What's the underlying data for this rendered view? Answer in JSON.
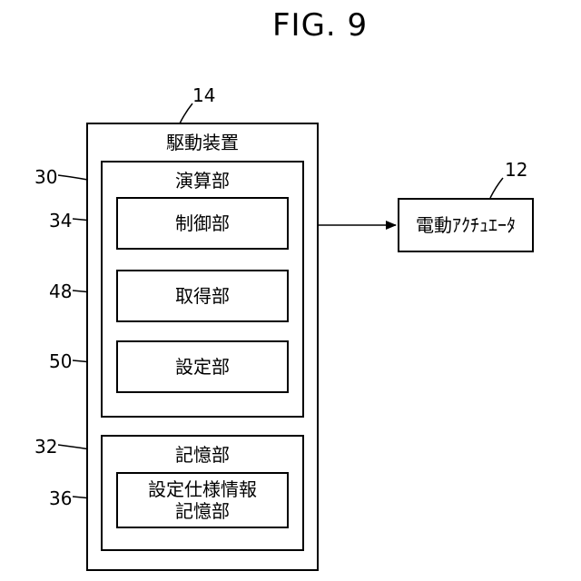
{
  "figure": {
    "title": "FIG. 9"
  },
  "refs": {
    "drive_device": "14",
    "actuator": "12",
    "arithmetic": "30",
    "control": "34",
    "acquisition": "48",
    "setting": "50",
    "storage": "32",
    "spec_storage": "36"
  },
  "blocks": {
    "drive_device": "駆動装置",
    "arithmetic": "演算部",
    "control": "制御部",
    "acquisition": "取得部",
    "setting": "設定部",
    "storage": "記憶部",
    "spec_storage": "設定仕様情報\n記憶部",
    "actuator": "電動ｱｸﾁｭｴｰﾀ"
  }
}
